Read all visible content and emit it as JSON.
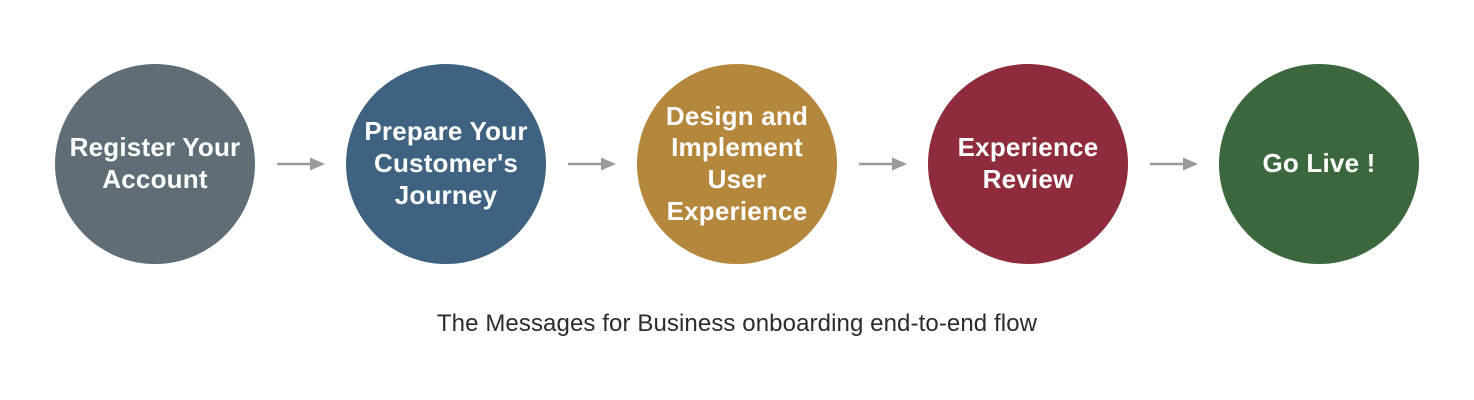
{
  "figure": {
    "background": "#ffffff",
    "text_color": "#ffffff",
    "arrow_color": "#9a9a9a",
    "caption": "The Messages for Business onboarding end-to-end flow",
    "caption_color": "#2c2c2e",
    "steps": [
      {
        "lines": [
          "Register Your",
          "Account"
        ],
        "color": "#5f6e76"
      },
      {
        "lines": [
          "Prepare Your",
          "Customer's",
          "Journey"
        ],
        "color": "#3e6280"
      },
      {
        "lines": [
          "Design and",
          "Implement",
          "User",
          "Experience"
        ],
        "color": "#b4873c"
      },
      {
        "lines": [
          "Experience",
          "Review"
        ],
        "color": "#8f2c3b"
      },
      {
        "lines": [
          "Go Live !"
        ],
        "color": "#3c673d"
      }
    ]
  }
}
